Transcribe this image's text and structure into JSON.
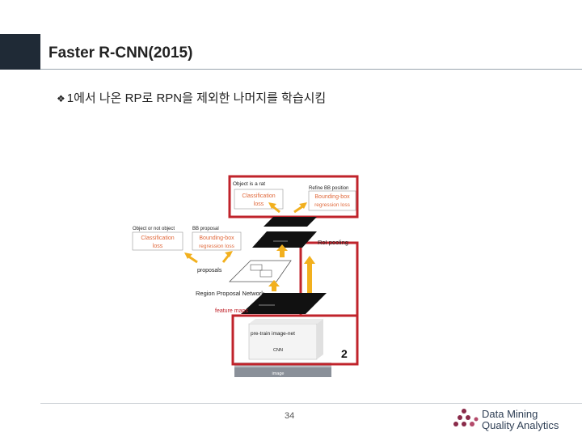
{
  "slide": {
    "title": "Faster R-CNN(2015)",
    "bullet_mark": "❖",
    "bullet_text": "1에서 나온 RP로 RPN을 제외한 나머지를 학습시킴",
    "page_number": "34"
  },
  "figure": {
    "object_is_a_rat": "Object is a rat",
    "refine_bb_position": "Refine BB position",
    "classification_loss_top_1": "Classification",
    "classification_loss_top_2": "loss",
    "bbox_loss_top_1": "Bounding-box",
    "bbox_loss_top_2": "regression loss",
    "roi_pooling": "RoI pooling",
    "object_or_not": "Object or not object",
    "bb_proposal": "BB proposal",
    "classification_loss_left_1": "Classification",
    "classification_loss_left_2": "loss",
    "bbox_loss_left_1": "Bounding-box",
    "bbox_loss_left_2": "regression loss",
    "proposals": "proposals",
    "rpn": "Region Proposal Network",
    "feature_maps": "feature maps",
    "pretrain": "pre-train image-net",
    "cnn": "CNN",
    "image": "image",
    "step_number": "2",
    "colors": {
      "accent_red": "#c0232b",
      "loss_orange": "#e0683a",
      "arrow_yellow": "#f2b01e"
    }
  },
  "logo": {
    "line1": "Data Mining",
    "line2": "Quality Analytics"
  }
}
